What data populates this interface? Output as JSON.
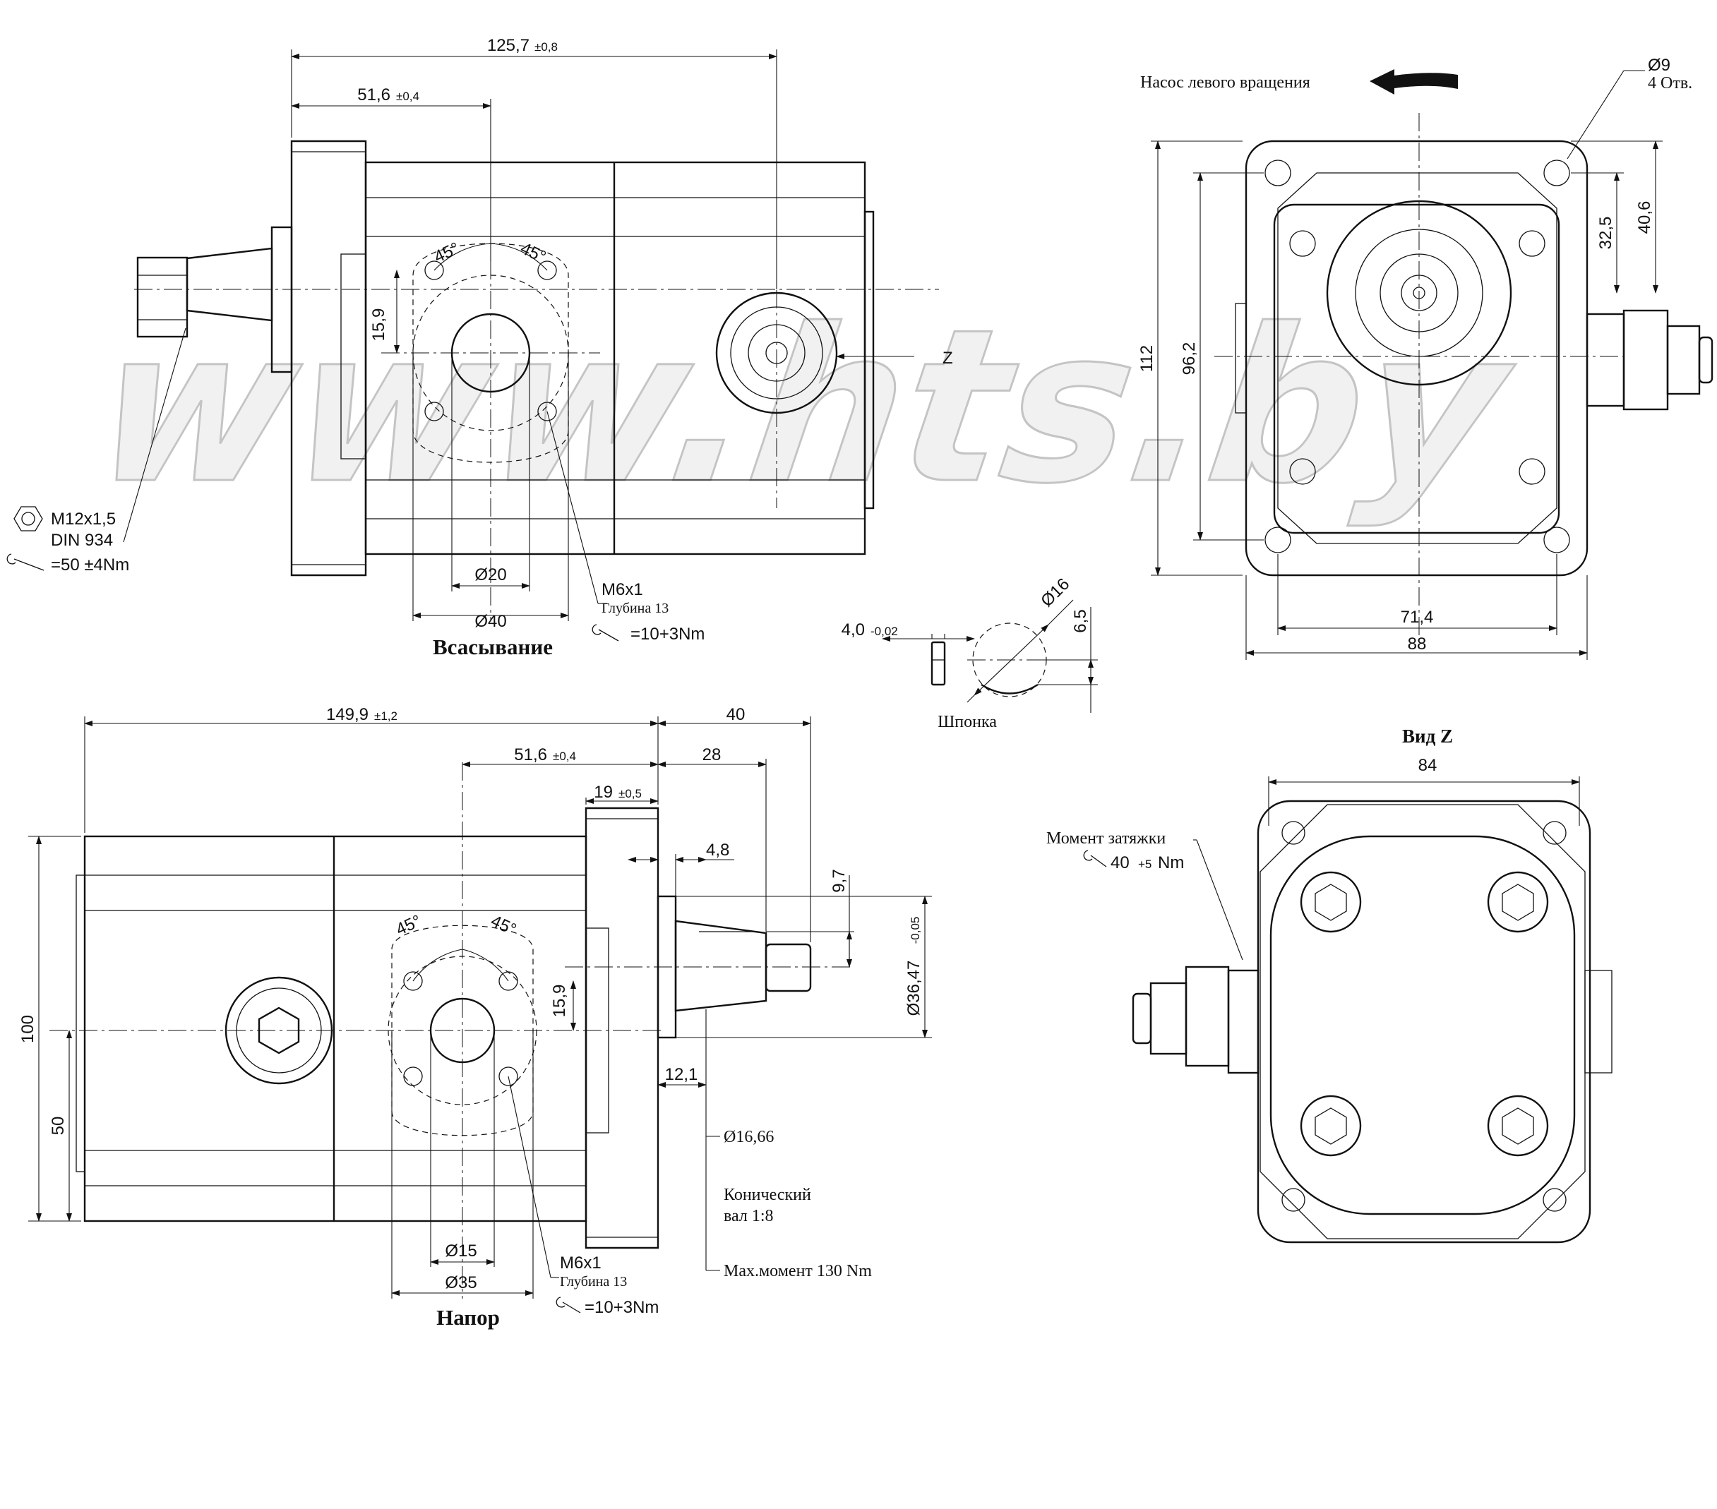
{
  "watermark": "www.hts.by",
  "top_view": {
    "dim_total_length": "125,7",
    "dim_total_tol": "±0,8",
    "dim_port_offset": "51,6",
    "dim_port_tol": "±0,4",
    "angle_left": "45°",
    "angle_right": "45°",
    "dim_port_height": "15,9",
    "dim_port_dia_inner": "Ø20",
    "dim_port_dia_outer": "Ø40",
    "port_label": "Всасывание",
    "thread_label": "M6x1",
    "depth_label": "Глубина 13",
    "thread_torque": "=10+3Nm",
    "z_label": "Z",
    "nut_thread": "M12x1,5",
    "nut_standard": "DIN 934",
    "nut_torque": "=50 ±4Nm"
  },
  "front_view": {
    "rotation_label": "Насос левого вращения",
    "hole_dia": "Ø9",
    "hole_count": "4 Отв.",
    "dim_height_total": "112",
    "dim_height_inner": "96,2",
    "dim_half_small": "32,5",
    "dim_half_large": "40,6",
    "dim_width_inner": "71,4",
    "dim_width_total": "88"
  },
  "key_detail": {
    "dim_key_width": "4,0",
    "dim_key_tol": "-0,02",
    "dim_shaft_dia": "Ø16",
    "dim_key_height": "6,5",
    "key_label": "Шпонка"
  },
  "side_view": {
    "dim_total_length": "149,9",
    "dim_total_tol": "±1,2",
    "dim_shaft_length": "40",
    "dim_port_offset": "51,6",
    "dim_port_tol": "±0,4",
    "dim_shaft_taper": "28",
    "dim_flange": "19",
    "dim_flange_tol": "±0,5",
    "dim_pilot": "4,8",
    "dim_key_offset": "9,7",
    "dim_pilot_dia": "Ø36,47",
    "dim_pilot_tol": "-0,05",
    "angle_left": "45°",
    "angle_right": "45°",
    "dim_port_height": "15,9",
    "dim_height_total": "100",
    "dim_height_half": "50",
    "dim_taper_start": "12,1",
    "dim_shaft_dia": "Ø16,66",
    "shaft_note_line1": "Конический",
    "shaft_note_line2": "вал 1:8",
    "max_torque_note": "Max.момент 130 Nm",
    "dim_port_dia_inner": "Ø15",
    "dim_port_dia_outer": "Ø35",
    "port_label": "Напор",
    "thread_label": "M6x1",
    "depth_label": "Глубина 13",
    "thread_torque": "=10+3Nm"
  },
  "view_z": {
    "title": "Вид Z",
    "dim_width": "84",
    "torque_label": "Момент затяжки",
    "torque_value": "40",
    "torque_tol": "+5",
    "torque_unit": "Nm"
  }
}
